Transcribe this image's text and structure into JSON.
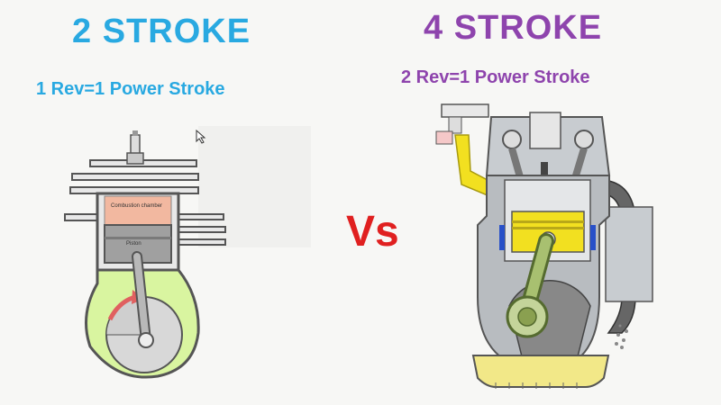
{
  "two_stroke": {
    "title": "2 STROKE",
    "subtitle": "1 Rev=1 Power Stroke",
    "labels": {
      "chamber": "Combustion chamber",
      "piston": "Piston"
    }
  },
  "four_stroke": {
    "title": "4 STROKE",
    "subtitle": "2 Rev=1 Power Stroke"
  },
  "versus": "Vs",
  "colors": {
    "two_stroke_text": "#29a9e1",
    "four_stroke_text": "#8e44ad",
    "versus_text": "#e02020",
    "fuel_mix": "#d9f5a0",
    "chamber": "#f2b8a0",
    "intake_yellow": "#f2e020",
    "block_gray": "#b8bcc0"
  }
}
